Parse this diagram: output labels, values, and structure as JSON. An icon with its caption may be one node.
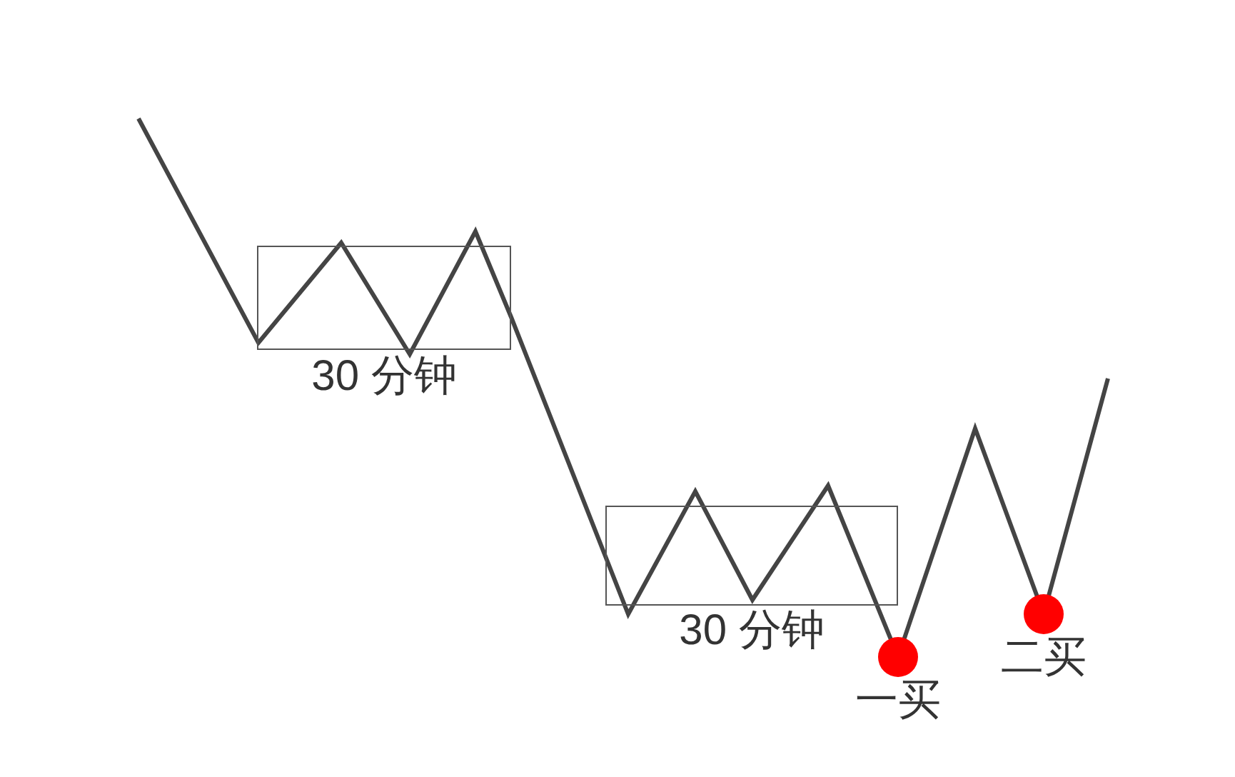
{
  "diagram": {
    "nodes": [
      {
        "text": [],
        "shape": "box",
        "beside": [
          "30 分钟"
        ]
      },
      {
        "text": [],
        "shape": "box",
        "beside": [
          "30 分钟"
        ]
      },
      {
        "text": [],
        "shape": "circle",
        "beside": [
          "一买"
        ]
      },
      {
        "text": [],
        "shape": "circle",
        "beside": [
          "二买"
        ]
      }
    ]
  }
}
